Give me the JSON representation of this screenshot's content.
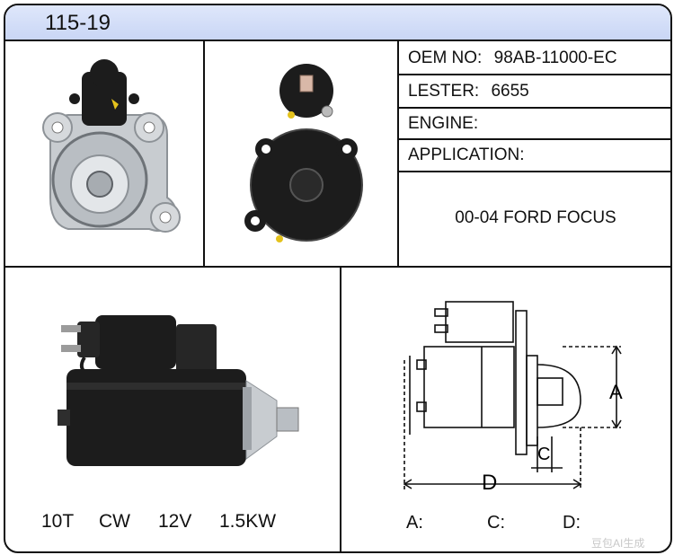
{
  "header": {
    "part_number": "115-19"
  },
  "specs": {
    "oem_label": "OEM NO:",
    "oem_value": "98AB-11000-EC",
    "lester_label": "LESTER:",
    "lester_value": "6655",
    "engine_label": "ENGINE:",
    "engine_value": "",
    "application_label": "APPLICATION:",
    "application_value": "00-04 FORD FOCUS"
  },
  "ratings": {
    "teeth": "10T",
    "rotation": "CW",
    "voltage": "12V",
    "power": "1.5KW"
  },
  "dimensions": {
    "a_label": "A:",
    "c_label": "C:",
    "d_label": "D:",
    "diagram_a": "A",
    "diagram_c": "C",
    "diagram_d": "D"
  },
  "watermark": "豆包AI生成",
  "colors": {
    "header_bg": "#c9d6f5",
    "border": "#111111",
    "motor_body": "#1c1c1c",
    "aluminum": "#c8ccd0"
  }
}
